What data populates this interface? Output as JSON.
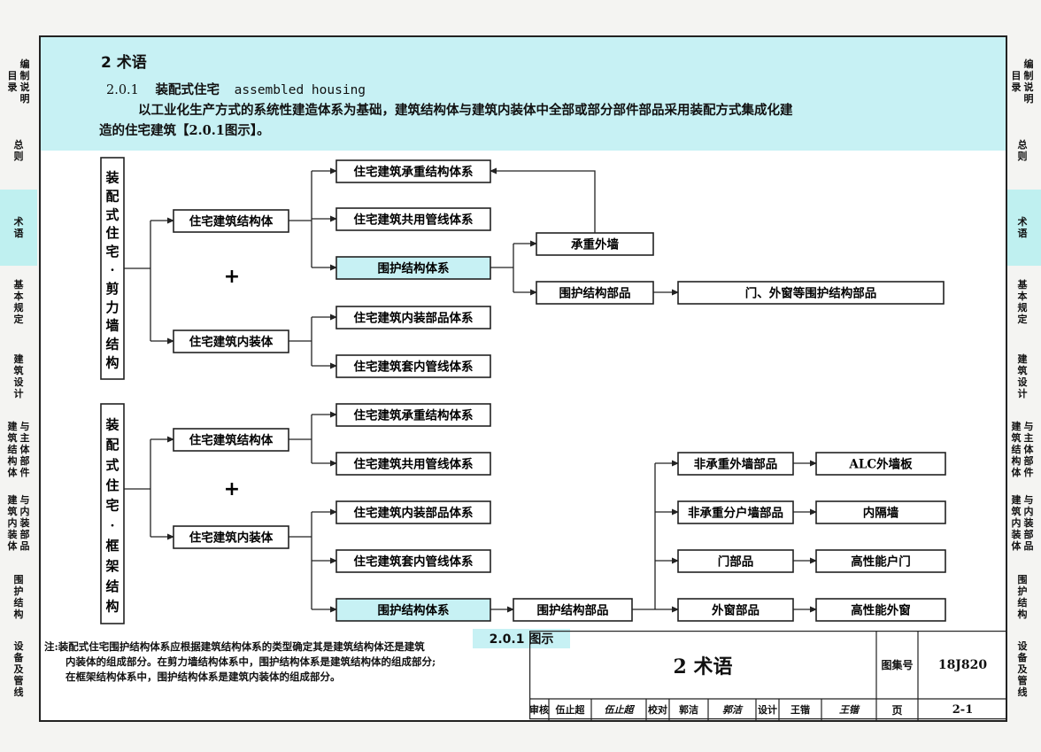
{
  "sidebar": {
    "items": [
      {
        "cols": [
          "目录",
          "编制说明"
        ],
        "active": false
      },
      {
        "cols": [
          "总则"
        ],
        "active": false
      },
      {
        "cols": [
          "术语"
        ],
        "active": true
      },
      {
        "cols": [
          "基本规定"
        ],
        "active": false
      },
      {
        "cols": [
          "建筑设计"
        ],
        "active": false
      },
      {
        "cols": [
          "建筑结构体",
          "与主体部件"
        ],
        "active": false
      },
      {
        "cols": [
          "建筑内装体",
          "与内装部品"
        ],
        "active": false
      },
      {
        "cols": [
          "围护结构"
        ],
        "active": false
      },
      {
        "cols": [
          "设备及管线"
        ],
        "active": false
      }
    ]
  },
  "header": {
    "section_title": "2  术语",
    "term_number": "2.0.1",
    "term_cn": "装配式住宅",
    "term_en": "assembled housing",
    "definition_line1": "以工业化生产方式的系统性建造体系为基础，建筑结构体与建筑内装体中全部或部分部件部品采用装配方式集成化建",
    "definition_line2": "造的住宅建筑【2.0.1图示】。"
  },
  "diagram": {
    "shear_wall": {
      "root": "装配式住宅·剪力墙结构",
      "structure": "住宅建筑结构体",
      "plus": "+",
      "interior": "住宅建筑内装体",
      "load_bearing_system": "住宅建筑承重结构体系",
      "pipeline_system": "住宅建筑共用管线体系",
      "envelope_system": "围护结构体系",
      "interior_parts": "住宅建筑内装部品体系",
      "interior_pipeline": "住宅建筑套内管线体系",
      "load_bearing_wall": "承重外墙",
      "envelope_parts": "围护结构部品",
      "door_window": "门、外窗等围护结构部品"
    },
    "frame": {
      "root": "装配式住宅·框架结构",
      "structure": "住宅建筑结构体",
      "plus": "+",
      "interior": "住宅建筑内装体",
      "load_bearing_system": "住宅建筑承重结构体系",
      "pipeline_system": "住宅建筑共用管线体系",
      "interior_parts": "住宅建筑内装部品体系",
      "interior_pipeline": "住宅建筑套内管线体系",
      "envelope_system": "围护结构体系",
      "envelope_parts": "围护结构部品",
      "nonbearing_wall": "非承重外墙部品",
      "alc": "ALC外墙板",
      "nonbearing_partition": "非承重分户墙部品",
      "inner_partition": "内隔墙",
      "door_part": "门部品",
      "high_door": "高性能户门",
      "window_part": "外窗部品",
      "high_window": "高性能外窗"
    },
    "caption": "2.0.1 图示"
  },
  "note": {
    "line1": "注:装配式住宅围护结构体系应根据建筑结构体系的类型确定其是建筑结构体还是建筑",
    "line2": "内装体的组成部分。在剪力墙结构体系中，围护结构体系是建筑结构体的组成部分;",
    "line3": "在框架结构体系中，围护结构体系是建筑内装体的组成部分。"
  },
  "title_block": {
    "title": "2 术语",
    "atlas_label": "图集号",
    "atlas_no": "18J820",
    "page_label": "页",
    "page_no": "2-1",
    "review_label": "审核",
    "reviewer": "伍止超",
    "reviewer_sig": "伍止超",
    "check_label": "校对",
    "checker": "郭洁",
    "checker_sig": "郭洁",
    "design_label": "设计",
    "designer": "王锴",
    "designer_sig": "王锴"
  },
  "colors": {
    "highlight": "#c7f1f4",
    "border": "#222222"
  }
}
